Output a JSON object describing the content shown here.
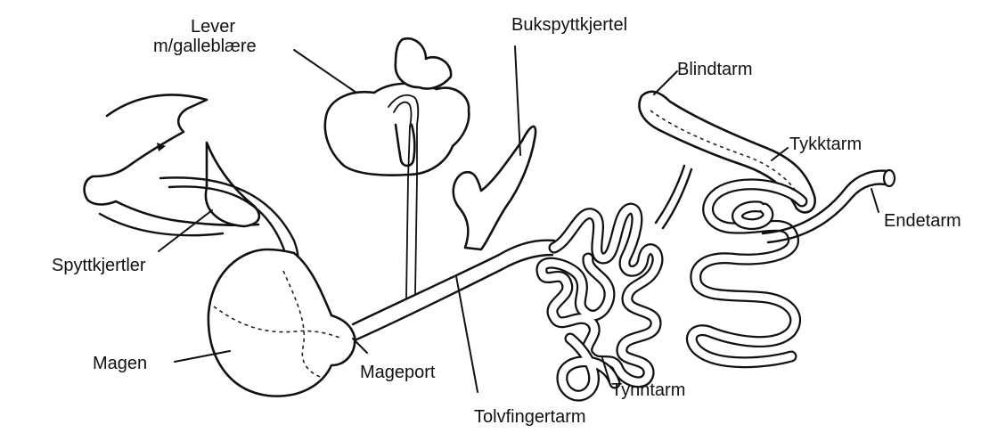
{
  "labels": {
    "lever_line1": "Lever",
    "lever_line2": "m/galleblære",
    "bukspyttkjertel": "Bukspyttkjertel",
    "blindtarm": "Blindtarm",
    "tykktarm": "Tykktarm",
    "endetarm": "Endetarm",
    "spyttkjertler": "Spyttkjertler",
    "magen": "Magen",
    "mageport": "Mageport",
    "tynntarm": "Tynntarm",
    "tolvfingertarm": "Tolvfingertarm"
  },
  "colors": {
    "ink": "#111111",
    "background": "#ffffff"
  }
}
